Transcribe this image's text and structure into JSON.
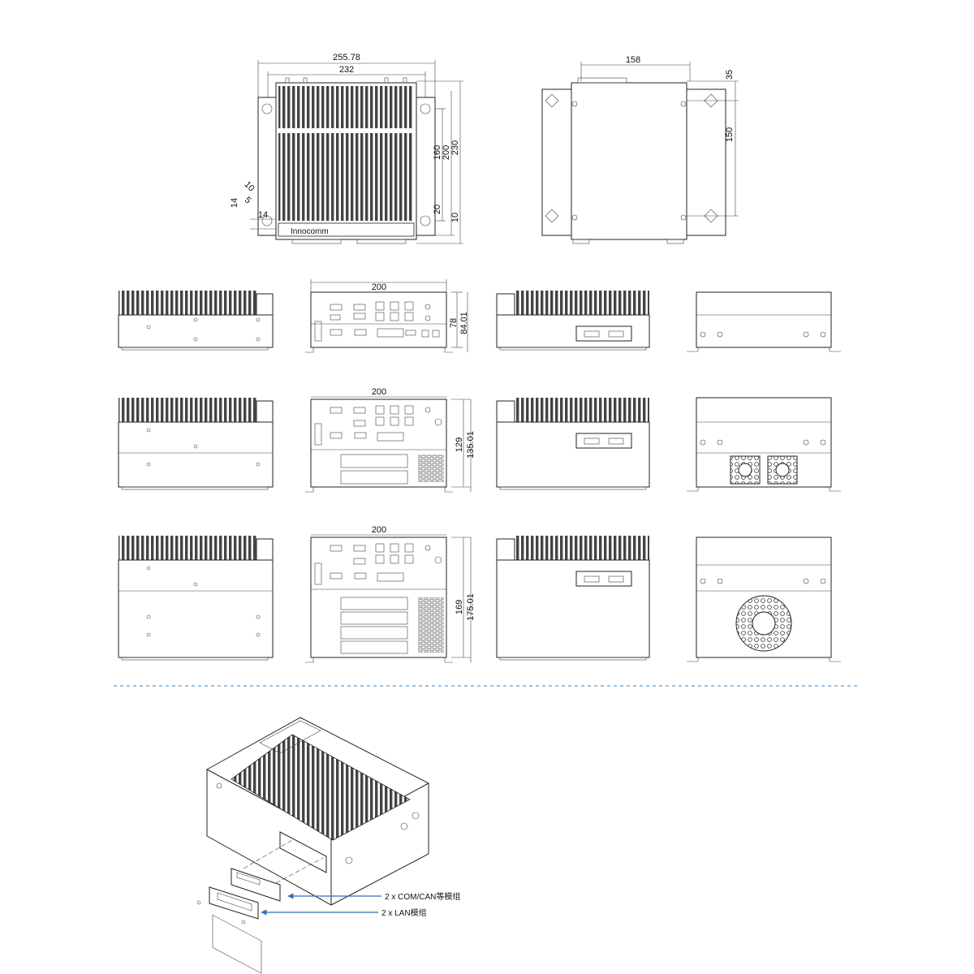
{
  "top_view": {
    "dim_outer_width": "255.78",
    "dim_inner_width": "232",
    "dim_h1": "160",
    "dim_h2": "200",
    "dim_h3": "230",
    "dim_20": "20",
    "dim_10": "10",
    "dim_slot_10": "10",
    "dim_slot_5": "5",
    "dim_slot_14a": "14",
    "dim_slot_14b": "14",
    "brand": "Innocomm"
  },
  "bottom_view": {
    "dim_width": "158",
    "dim_35": "35",
    "dim_150": "150"
  },
  "row1": {
    "dim_width": "200",
    "dim_h1": "78",
    "dim_h2": "84.01"
  },
  "row2": {
    "dim_width": "200",
    "dim_h1": "129",
    "dim_h2": "135.01"
  },
  "row3": {
    "dim_width": "200",
    "dim_h1": "169",
    "dim_h2": "175.01"
  },
  "callouts": {
    "com_can": "2 x COM/CAN等模组",
    "lan": "2 x LAN模组"
  },
  "colors": {
    "line": "#222222",
    "separator": "#5b9bd5",
    "arrow": "#2e6fb7"
  }
}
